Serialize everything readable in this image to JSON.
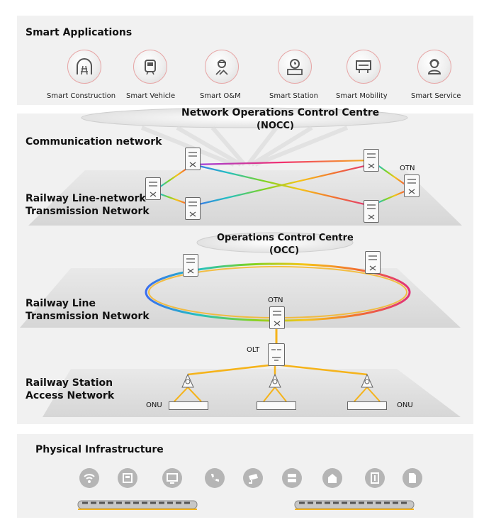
{
  "smart_applications": {
    "title": "Smart Applications",
    "items": [
      {
        "label": "Smart Construction",
        "icon": "tunnel-track-icon"
      },
      {
        "label": "Smart Vehicle",
        "icon": "train-icon"
      },
      {
        "label": "Smart O&M",
        "icon": "worker-tools-icon"
      },
      {
        "label": "Smart Station",
        "icon": "station-icon"
      },
      {
        "label": "Smart Mobility",
        "icon": "map-vehicle-icon"
      },
      {
        "label": "Smart Service",
        "icon": "service-agent-icon"
      }
    ]
  },
  "nocc": {
    "line1": "Network Operations Control Centre",
    "line2": "(NOCC)"
  },
  "communication_network": {
    "title": "Communication network"
  },
  "line_network": {
    "line1": "Railway Line-network",
    "line2": "Transmission Network",
    "otn_label": "OTN"
  },
  "occ": {
    "line1": "Operations Control Centre",
    "line2": "(OCC)"
  },
  "line_transmission": {
    "line1": "Railway Line",
    "line2": "Transmission Network",
    "otn_label": "OTN"
  },
  "station_access": {
    "line1": "Railway Station",
    "line2": "Access Network",
    "olt_label": "OLT",
    "onu_left": "ONU",
    "onu_right": "ONU"
  },
  "physical_infrastructure": {
    "title": "Physical Infrastructure",
    "icons": [
      "wifi-icon",
      "payment-terminal-icon",
      "display-screen-icon",
      "phone-icon",
      "camera-icon",
      "server-icon",
      "building-icon",
      "door-icon",
      "document-icon"
    ]
  },
  "colors": {
    "accent_orange": "#f5b31a",
    "panel_gray": "#f1f1f1",
    "icon_gray": "#b5b5b5"
  }
}
